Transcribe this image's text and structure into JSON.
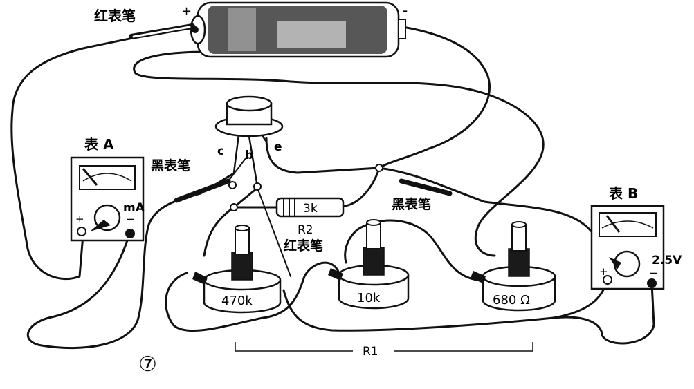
{
  "battery": {
    "red_probe_label": "红表笔",
    "plus_sign": "+",
    "minus_sign": "-"
  },
  "transistor": {
    "pin_c": "c",
    "pin_b": "b",
    "pin_e": "e"
  },
  "meter_a": {
    "title": "表 A",
    "unit": "mA",
    "plus": "+",
    "minus": "−",
    "black_probe_label": "黑表笔"
  },
  "meter_b": {
    "title": "表 B",
    "range": "2.5V",
    "plus": "+",
    "minus": "−"
  },
  "resistor_r2": {
    "value": "3k",
    "name": "R2",
    "red_probe_label": "红表笔"
  },
  "black_probe_right_label": "黑表笔",
  "potentiometers": [
    {
      "value": "470k"
    },
    {
      "value": "10k"
    },
    {
      "value": "680 Ω"
    }
  ],
  "r1_label": "R1",
  "figure_number": "⑦"
}
